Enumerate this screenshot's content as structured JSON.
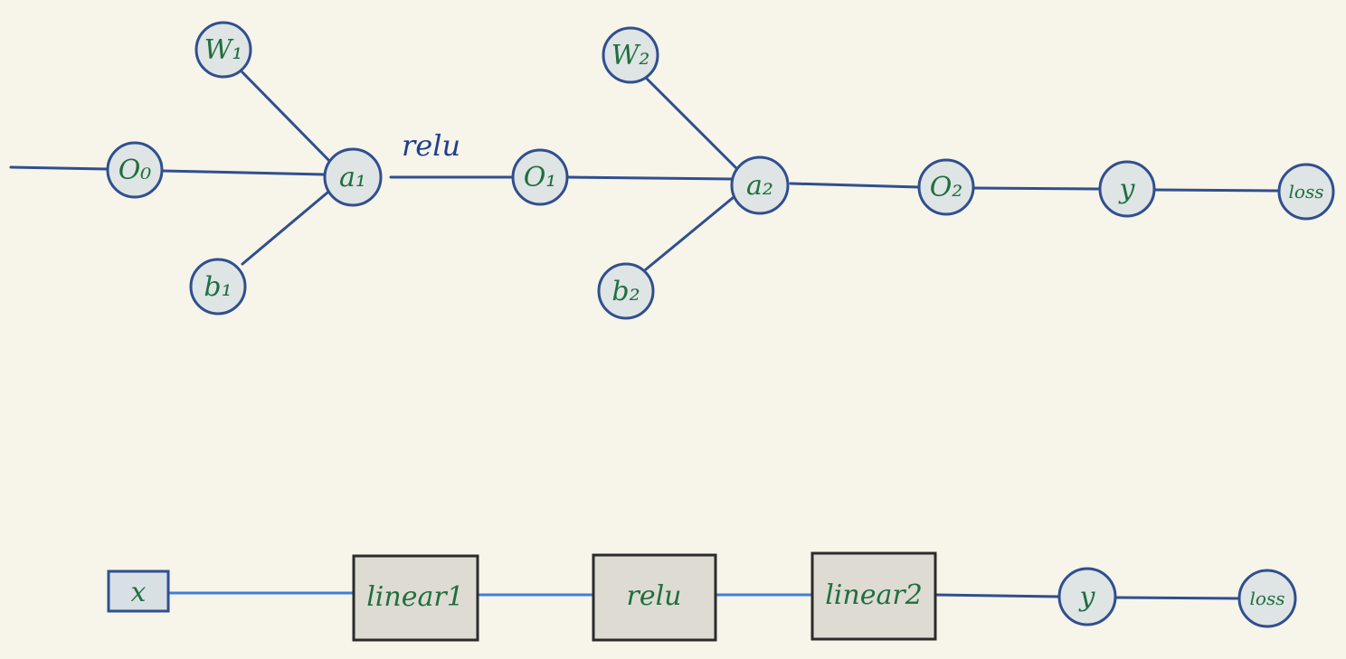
{
  "diagram": {
    "computational_graph": {
      "nodes": {
        "o0": "O₀",
        "w1": "W₁",
        "b1": "b₁",
        "a1": "a₁",
        "o1": "O₁",
        "w2": "W₂",
        "b2": "b₂",
        "a2": "a₂",
        "o2": "O₂",
        "y": "y",
        "loss": "loss"
      },
      "edge_labels": {
        "a1_o1": "relu"
      }
    },
    "module_graph": {
      "x": "x",
      "linear1": "linear1",
      "relu": "relu",
      "linear2": "linear2",
      "y": "y",
      "loss": "loss"
    }
  }
}
